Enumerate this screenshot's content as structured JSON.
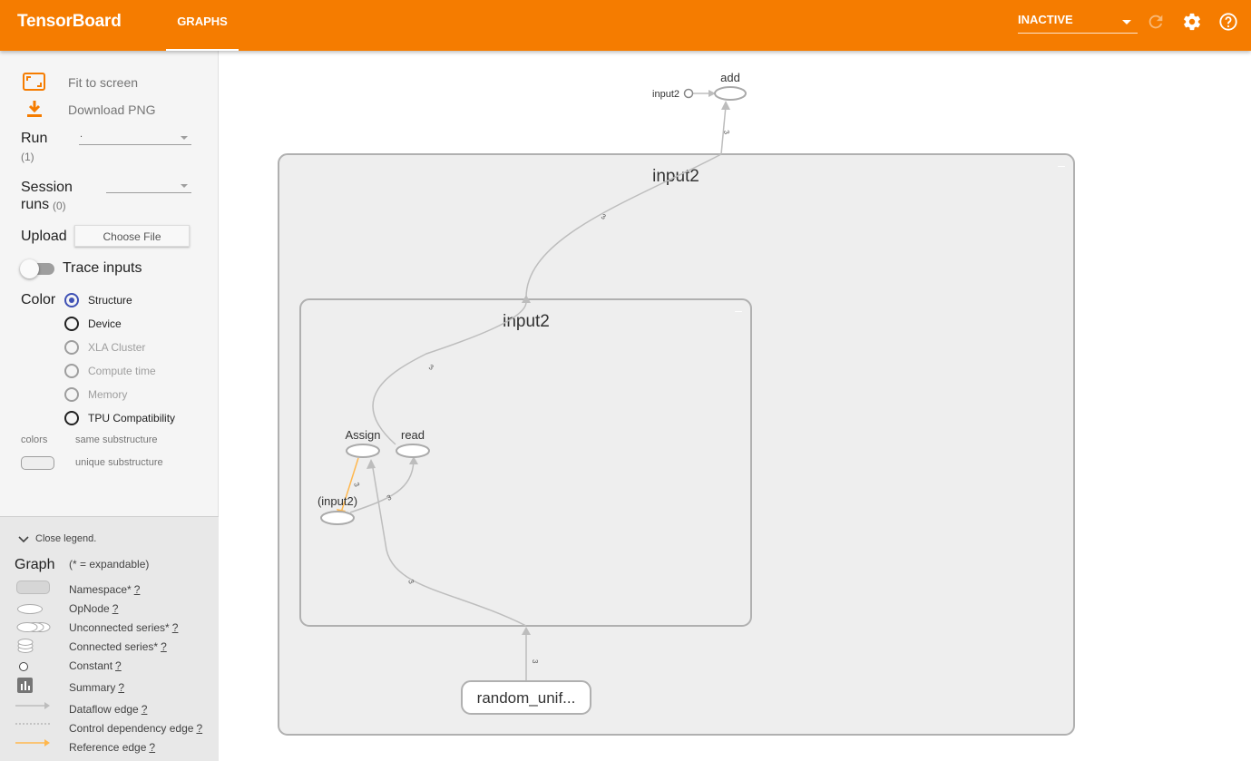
{
  "app": {
    "title": "TensorBoard",
    "tab": "GRAPHS"
  },
  "topbar": {
    "run_state": "INACTIVE",
    "icons": [
      "reload-icon",
      "settings-icon",
      "help-icon"
    ]
  },
  "sidebar": {
    "fit_label": "Fit to screen",
    "download_label": "Download PNG",
    "run_label": "Run",
    "run_count": "(1)",
    "run_value": ".",
    "session_label_1": "Session",
    "session_label_2": "runs",
    "session_count": "(0)",
    "upload_label": "Upload",
    "choose_file": "Choose File",
    "trace_label": "Trace inputs",
    "color_label": "Color",
    "color_options": [
      "Structure",
      "Device",
      "XLA Cluster",
      "Compute time",
      "Memory",
      "TPU Compatibility"
    ],
    "colors_label": "colors",
    "same_sub": "same substructure",
    "unique_sub": "unique substructure"
  },
  "legend": {
    "close_label": "Close legend.",
    "graph_label": "Graph",
    "expandable": "(* = expandable)",
    "items": [
      "Namespace*",
      "OpNode",
      "Unconnected series*",
      "Connected series*",
      "Constant",
      "Summary",
      "Dataflow edge",
      "Control dependency edge",
      "Reference edge"
    ],
    "q": "?"
  },
  "graph": {
    "outer_title": "input2",
    "inner_title": "input2",
    "add_label": "add",
    "input2_small": "input2",
    "assign_label": "Assign",
    "read_label": "read",
    "var_label": "(input2)",
    "random_label": "random_unif...",
    "edge_label": "3",
    "collapse": "–"
  },
  "colors": {
    "accent": "#f57c00",
    "radio_checked": "#3f51b5",
    "ref_edge": "#ffb74d",
    "edge": "#bdbdbd"
  }
}
